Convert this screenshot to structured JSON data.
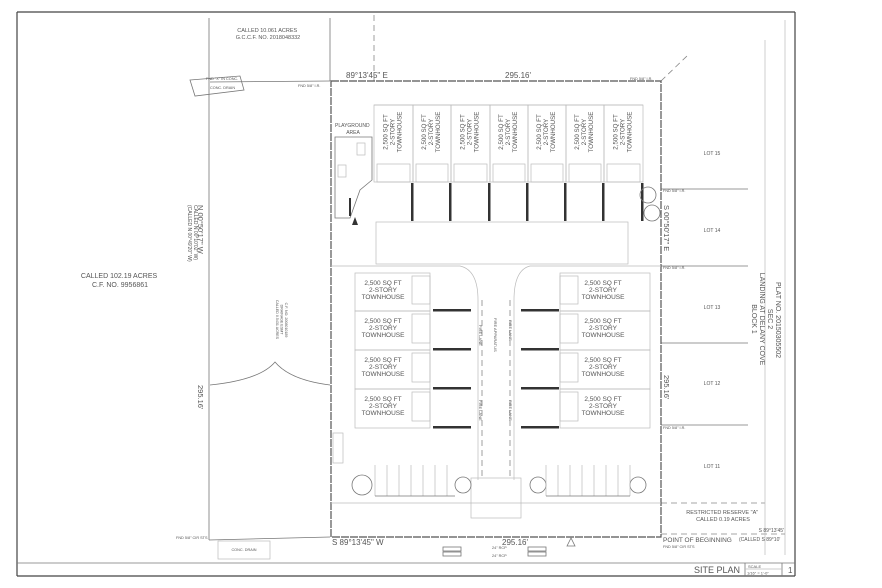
{
  "adjacent": {
    "north_tract": [
      "CALLED 10.061 ACRES",
      "G.C.C.F. NO. 2018048332"
    ],
    "west_tract": [
      "CALLED 102.19 ACRES",
      "C.F. NO. 9956861"
    ],
    "east_subdivision": [
      "BLOCK 1",
      "LANDING AT DELANY COVE",
      "SEC 2",
      "PLAT NO. 20150305502"
    ],
    "drainage_easement": [
      "CALLED 0.5431 ACRES",
      "DRAINAGE ESMT",
      "C.F. NO. 2008010189"
    ]
  },
  "bearings": {
    "north": "89°13'45\" E",
    "north_distance": "295.16'",
    "south": "S 89°13'45\" W",
    "south_distance": "295.16'",
    "west": "N 00°50'17\" W",
    "west_called": [
      "(CALLED N 00°49'20\" W)",
      "CALLED N 00°10'02\" W)"
    ],
    "west_distance": "295.16'",
    "east": "S 00°50'17\" E",
    "east_distance": "295.16'",
    "southeast": "S 89°13'45'",
    "southeast_called": "(CALLED S 89°10'"
  },
  "monuments": {
    "fnd_x": "FND \"X\" IN CONC.",
    "iron_rod": "FND 5/8\" I.R.",
    "cir": "FND 5/8\" CIR STS",
    "conc_drain": "CONC. DRAIN"
  },
  "townhouse_label": [
    "2,500 SQ FT",
    "2-STORY",
    "TOWNHOUSE"
  ],
  "playground": [
    "PLAYGROUND",
    "AREA"
  ],
  "fire_lane": "FIRE LANE",
  "fire_apparatus": "FIRE APPARATUS",
  "lots": [
    "LOT 15",
    "LOT 14",
    "LOT 13",
    "LOT 12",
    "LOT 11"
  ],
  "reserve": [
    "RESTRICTED RESERVE \"A\"",
    "CALLED 0.19 ACRES"
  ],
  "point_of_beginning": "POINT OF BEGINNING",
  "pipe_labels": [
    "24\" RCP",
    "24\" RCP"
  ],
  "title_block": {
    "title": "SITE PLAN",
    "scale_label": "SCALE",
    "scale_value": "1/16\" = 1'-0\"",
    "sheet": "1"
  }
}
